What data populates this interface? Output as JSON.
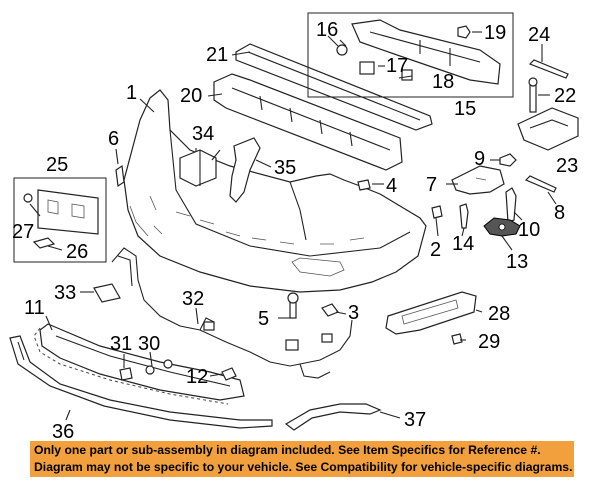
{
  "callouts": [
    {
      "id": "1",
      "label": "1"
    },
    {
      "id": "2",
      "label": "2"
    },
    {
      "id": "3",
      "label": "3"
    },
    {
      "id": "4",
      "label": "4"
    },
    {
      "id": "5",
      "label": "5"
    },
    {
      "id": "6",
      "label": "6"
    },
    {
      "id": "7",
      "label": "7"
    },
    {
      "id": "8",
      "label": "8"
    },
    {
      "id": "9",
      "label": "9"
    },
    {
      "id": "10",
      "label": "10"
    },
    {
      "id": "11",
      "label": "11"
    },
    {
      "id": "12",
      "label": "12"
    },
    {
      "id": "13",
      "label": "13"
    },
    {
      "id": "14",
      "label": "14"
    },
    {
      "id": "15",
      "label": "15"
    },
    {
      "id": "16",
      "label": "16"
    },
    {
      "id": "17",
      "label": "17"
    },
    {
      "id": "18",
      "label": "18"
    },
    {
      "id": "19",
      "label": "19"
    },
    {
      "id": "20",
      "label": "20"
    },
    {
      "id": "21",
      "label": "21"
    },
    {
      "id": "22",
      "label": "22"
    },
    {
      "id": "23",
      "label": "23"
    },
    {
      "id": "24",
      "label": "24"
    },
    {
      "id": "25",
      "label": "25"
    },
    {
      "id": "26",
      "label": "26"
    },
    {
      "id": "27",
      "label": "27"
    },
    {
      "id": "28",
      "label": "28"
    },
    {
      "id": "29",
      "label": "29"
    },
    {
      "id": "30",
      "label": "30"
    },
    {
      "id": "31",
      "label": "31"
    },
    {
      "id": "32",
      "label": "32"
    },
    {
      "id": "33",
      "label": "33"
    },
    {
      "id": "34",
      "label": "34"
    },
    {
      "id": "35",
      "label": "35"
    },
    {
      "id": "36",
      "label": "36"
    },
    {
      "id": "37",
      "label": "37"
    }
  ],
  "highlighted_part": "13",
  "notice": {
    "line1": "Only one part or sub-assembly in diagram included. See Item Specifics for Reference #.",
    "line2": "Diagram may not be specific to your vehicle. See Compatibility for vehicle-specific diagrams."
  },
  "colors": {
    "notice_background": "#f2a03d",
    "line_art": "#222222",
    "highlight": "#555555"
  }
}
